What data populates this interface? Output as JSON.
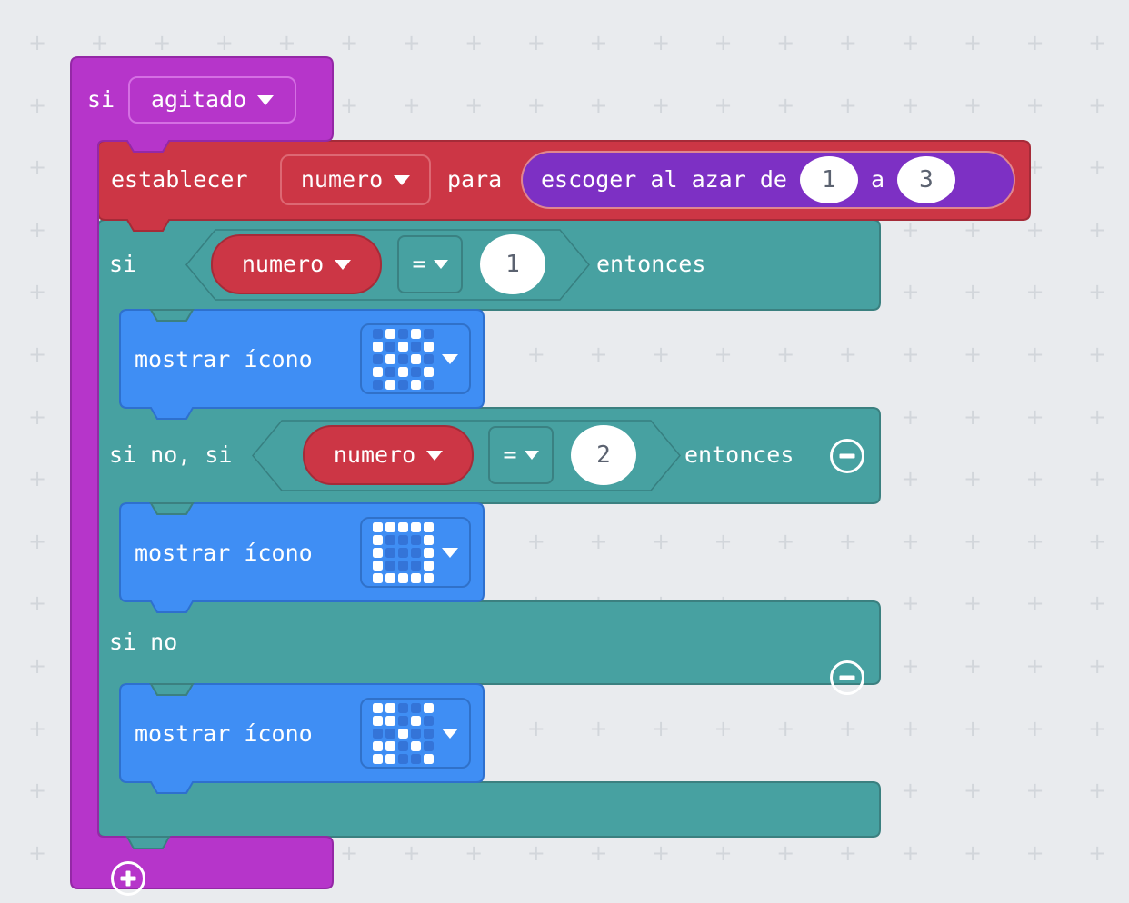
{
  "colors": {
    "event": "#b635ca",
    "event_border": "#9428a6",
    "event_field_border": "#d56fe3",
    "variables": "#cc3645",
    "variables_border": "#a52b38",
    "variables_field_border": "#dd6873",
    "logic": "#47a1a1",
    "logic_border": "#3b8080",
    "logic_hex_border": "#377f80",
    "basic": "#3f8ef4",
    "basic_border": "#2e70ce",
    "math": "#7d30c4",
    "number_text": "#5b6270",
    "led_on": "#ffffff",
    "led_off": "#3474d8",
    "background": "#e9ebee",
    "grid_mark_color": "#d2d6db"
  },
  "grid_mark": "+",
  "event_block": {
    "label": "si",
    "trigger": "agitado"
  },
  "set_block": {
    "action": "establecer",
    "variable": "numero",
    "to": "para",
    "random": {
      "label": "escoger al azar de",
      "from": "1",
      "connector": "a",
      "to": "3"
    }
  },
  "if_block": {
    "if_label": "si",
    "then_label": "entonces",
    "elseif_label": "si no, si",
    "else_label": "si no",
    "cond1": {
      "variable": "numero",
      "operator": "=",
      "value": "1"
    },
    "cond2": {
      "variable": "numero",
      "operator": "=",
      "value": "2"
    }
  },
  "show_icon_blocks": [
    {
      "label": "mostrar ícono",
      "icon": "chessboard",
      "pattern": [
        "01010",
        "10101",
        "01010",
        "10101",
        "01010"
      ]
    },
    {
      "label": "mostrar ícono",
      "icon": "square",
      "pattern": [
        "11111",
        "10001",
        "10001",
        "10001",
        "11111"
      ]
    },
    {
      "label": "mostrar ícono",
      "icon": "scissors",
      "pattern": [
        "11001",
        "11010",
        "00100",
        "11010",
        "11001"
      ]
    }
  ]
}
